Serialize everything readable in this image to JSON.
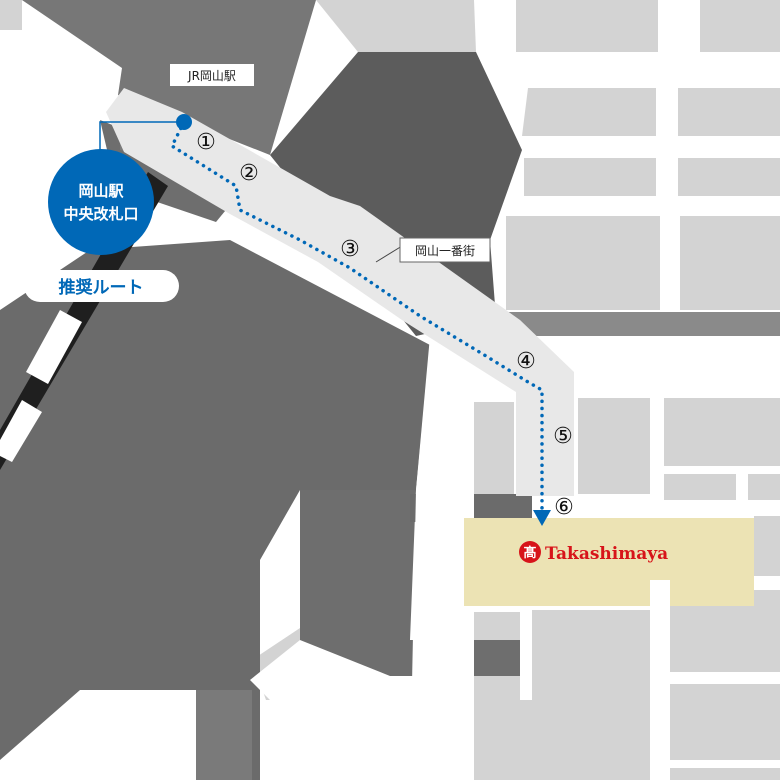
{
  "labels": {
    "jr_station": "JR岡山駅",
    "gate_line1": "岡山駅",
    "gate_line2": "中央改札口",
    "route": "推奨ルート",
    "underground_mall": "岡山一番街",
    "store": "Takashimaya",
    "store_mark": "髙"
  },
  "steps": [
    "①",
    "②",
    "③",
    "④",
    "⑤",
    "⑥"
  ],
  "colors": {
    "route_blue": "#0068b7",
    "store_red": "#d7141a",
    "store_block": "#ece3b4",
    "building_dark": "#5c5c5c",
    "building_mid": "#777777",
    "building_light": "#d3d3d3",
    "corridor": "#e6e6e6"
  },
  "icons": [
    "start-point-dot",
    "arrow-down-icon",
    "takashimaya-logo-icon"
  ]
}
